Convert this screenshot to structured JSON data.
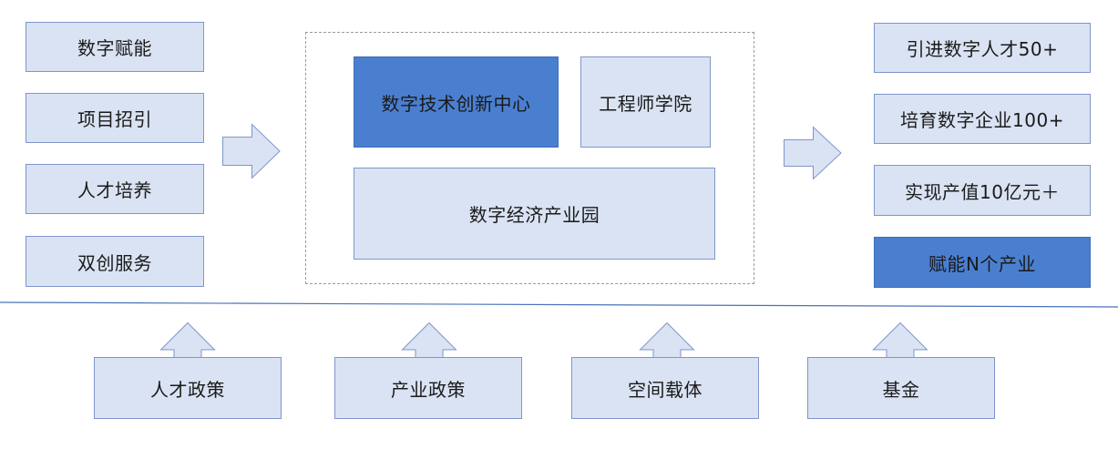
{
  "left_column": {
    "items": [
      "数字赋能",
      "项目招引",
      "人才培养",
      "双创服务"
    ]
  },
  "center": {
    "innovation_center": "数字技术创新中心",
    "engineer_academy": "工程师学院",
    "industrial_park": "数字经济产业园"
  },
  "right_column": {
    "items": [
      "引进数字人才50+",
      "培育数字企业100+",
      "实现产值10亿元＋",
      "赋能N个产业"
    ]
  },
  "bottom_row": {
    "items": [
      "人才政策",
      "产业政策",
      "空间载体",
      "基金"
    ]
  },
  "colors": {
    "box_fill": "#dae3f3",
    "box_border": "#7f96c8",
    "highlight_fill": "#4a7fd0",
    "line": "#4a72b8"
  }
}
